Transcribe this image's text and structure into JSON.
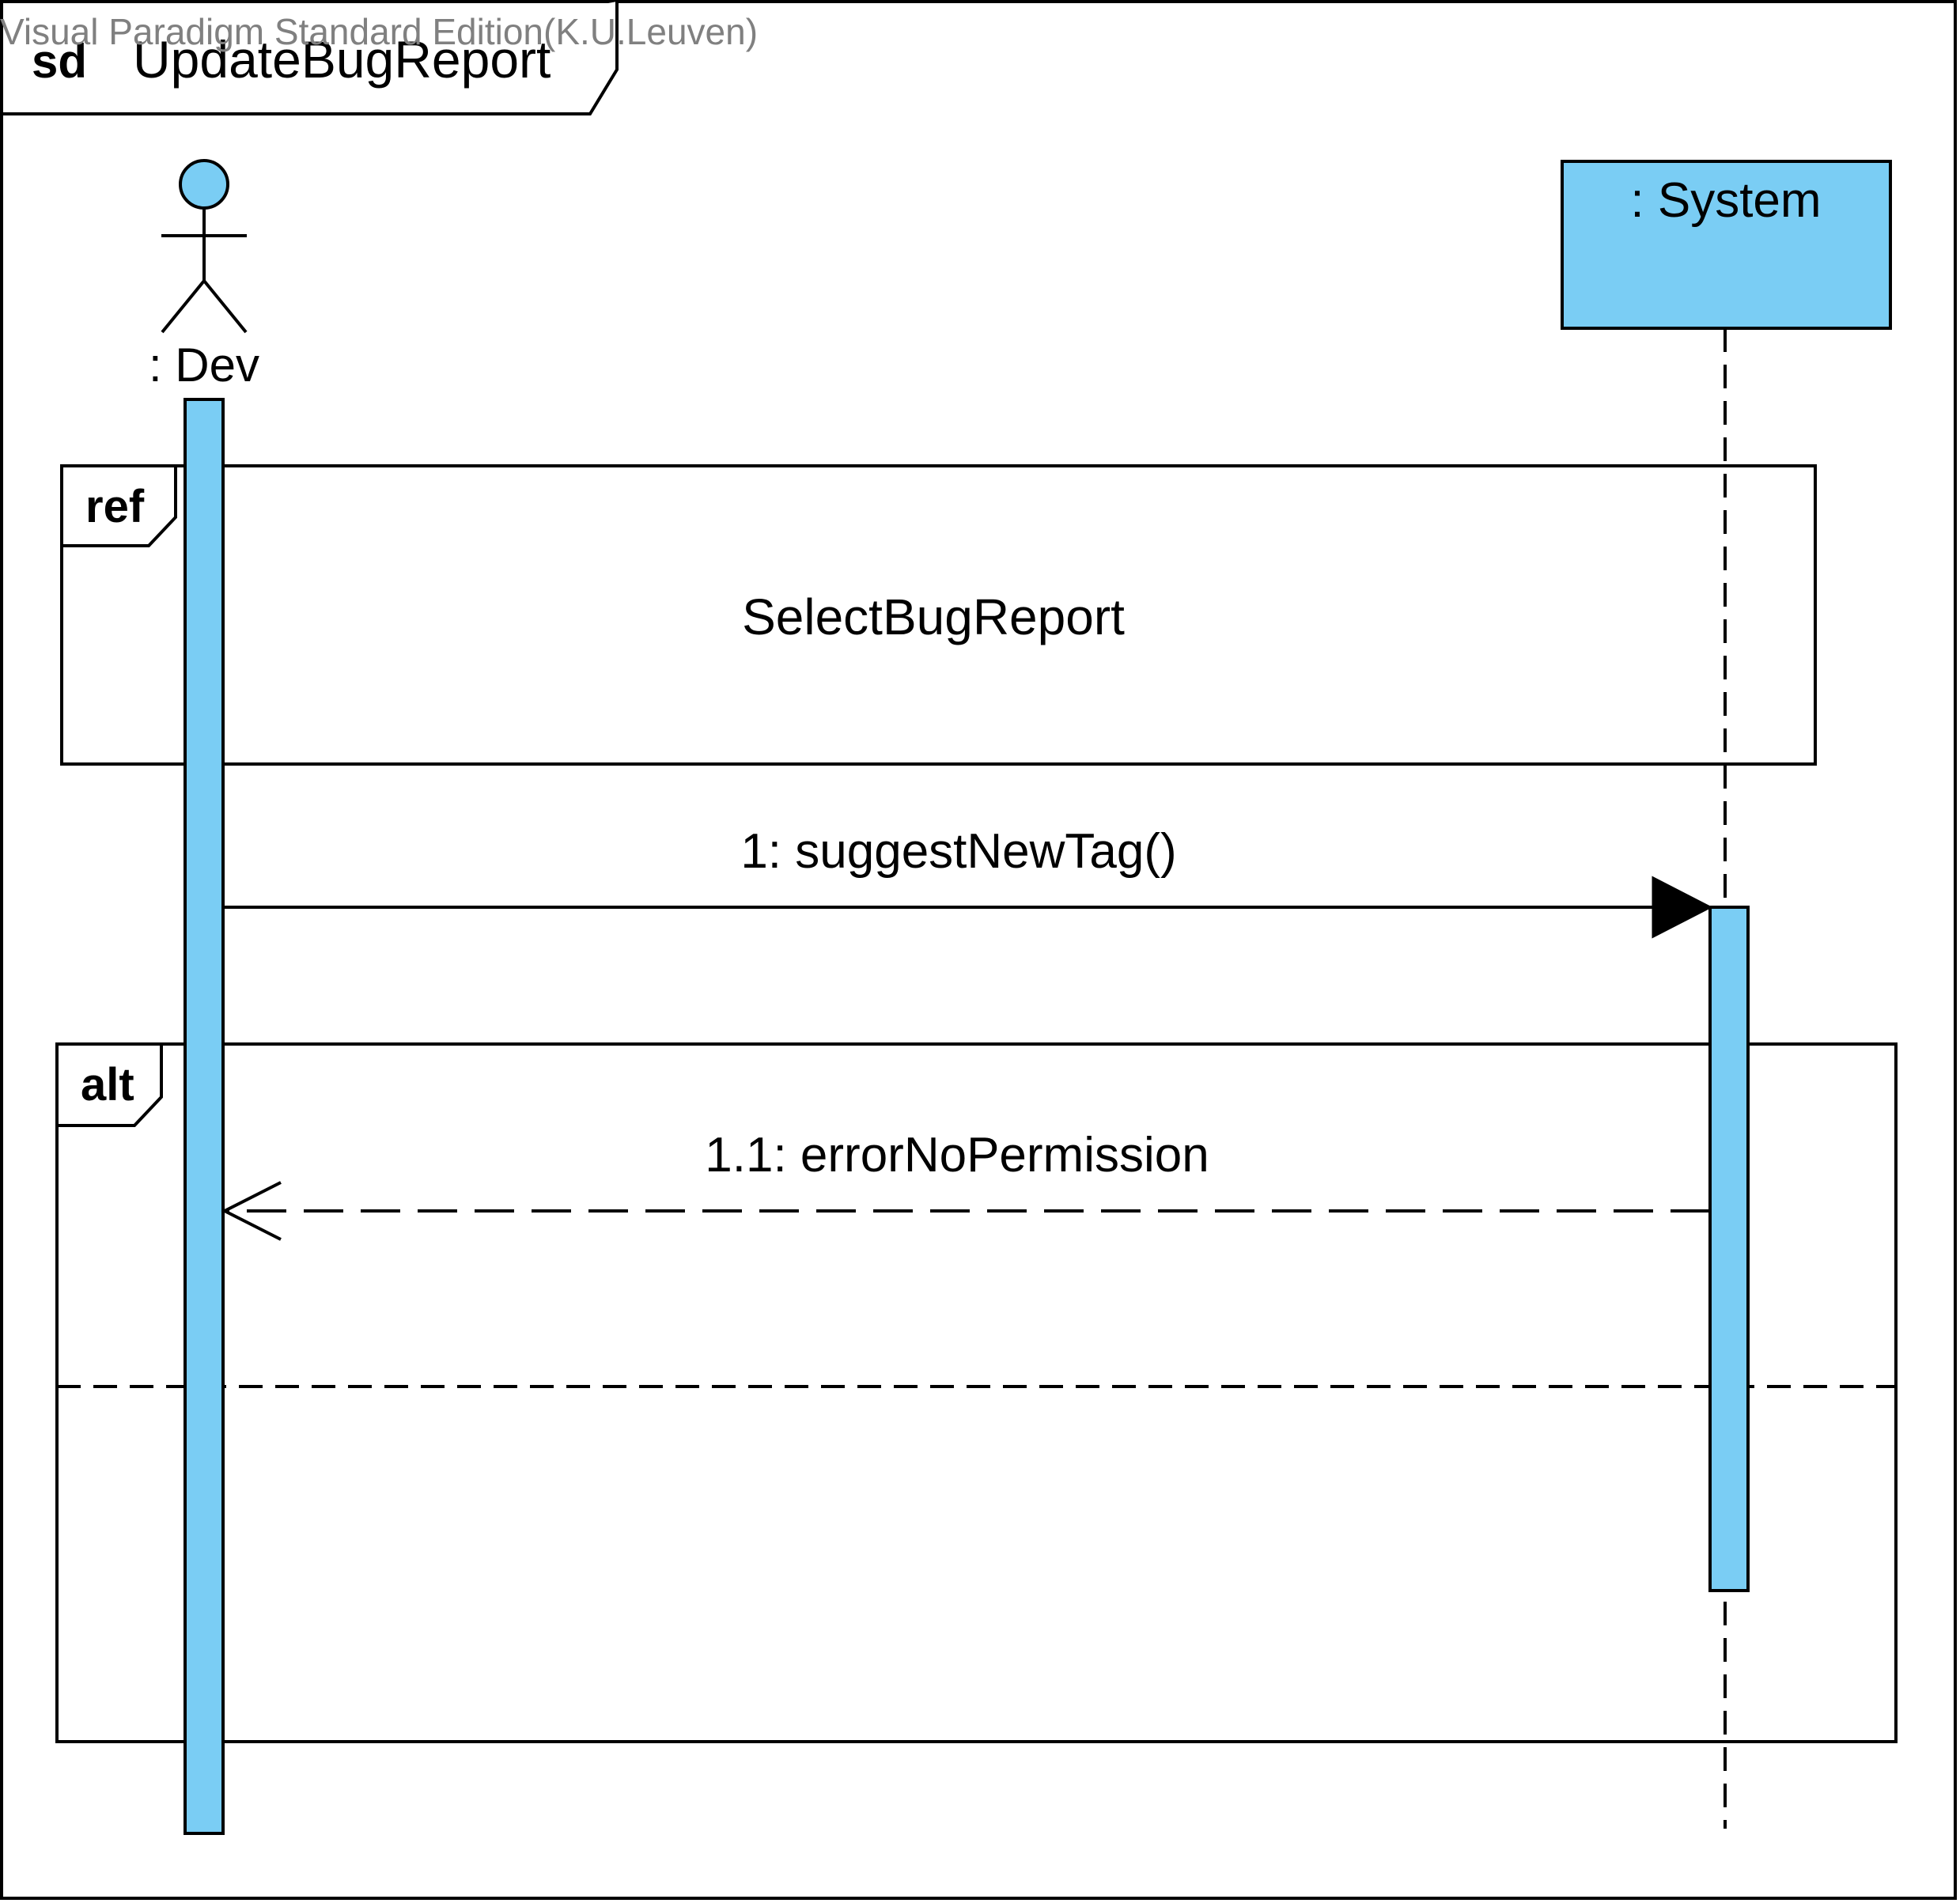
{
  "watermark": "Visual Paradigm Standard Edition(K.U.Leuven)",
  "frame": {
    "keyword": "sd",
    "name": "UpdateBugReport"
  },
  "lifelines": {
    "dev": {
      "label": ": Dev",
      "kind": "actor"
    },
    "system": {
      "label": ": System",
      "kind": "object"
    }
  },
  "fragments": {
    "ref": {
      "keyword": "ref",
      "label": "SelectBugReport"
    },
    "alt": {
      "keyword": "alt"
    }
  },
  "messages": {
    "m1": {
      "label": "1: suggestNewTag()",
      "type": "synchronous"
    },
    "m2": {
      "label": "1.1: errorNoPermission",
      "type": "reply"
    }
  },
  "colors": {
    "fill": "#7ACDF4",
    "stroke": "#000000",
    "watermark": "#808080"
  }
}
